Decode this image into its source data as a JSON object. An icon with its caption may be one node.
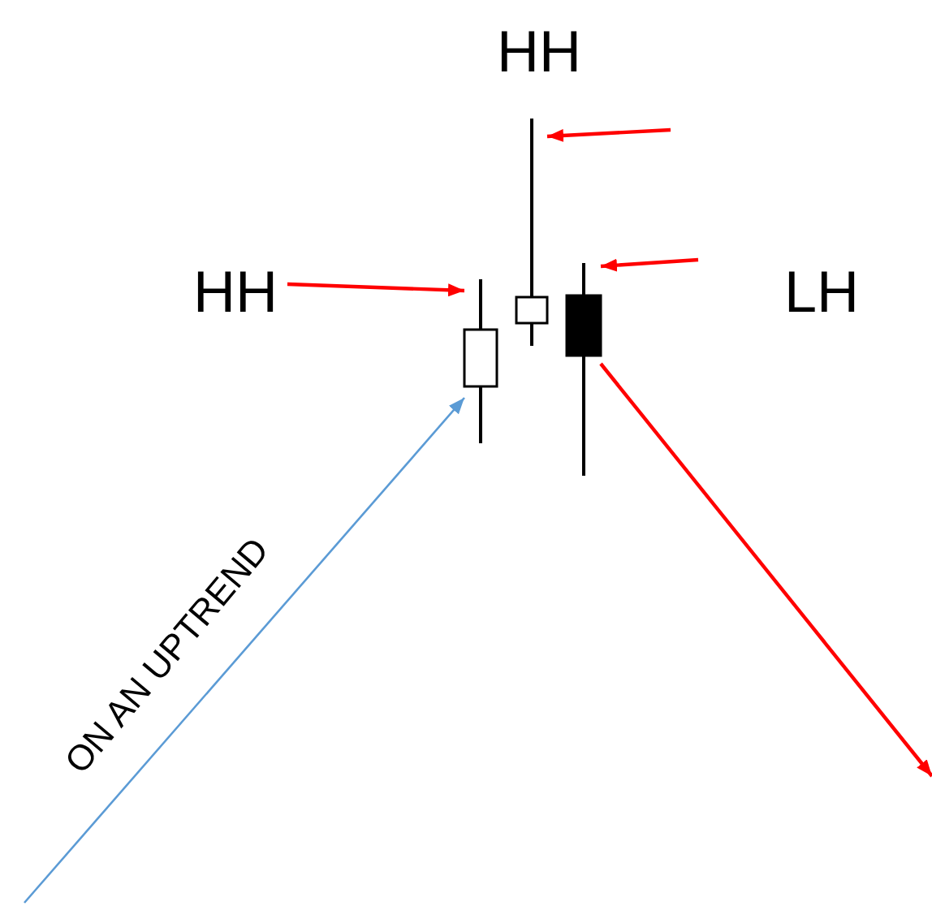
{
  "diagram": {
    "nodes": [
      {
        "text": [
          "HH"
        ]
      },
      {
        "text": [
          "HH"
        ]
      },
      {
        "text": [
          "LH"
        ]
      },
      {
        "text": [],
        "shape": "bar"
      },
      {
        "text": [],
        "shape": "bar"
      },
      {
        "text": [],
        "shape": "bar"
      }
    ],
    "edges": [
      {
        "from": 1,
        "to": 3,
        "arrow": "to"
      },
      {
        "from": null,
        "to": 4,
        "arrow": "to"
      },
      {
        "from": null,
        "to": 5,
        "arrow": "to"
      },
      {
        "from": null,
        "to": 3,
        "arrow": "to",
        "label": "ON AN UPTREND",
        "color": "#5b9bd5"
      },
      {
        "from": 5,
        "to": null,
        "arrow": "to"
      }
    ]
  }
}
